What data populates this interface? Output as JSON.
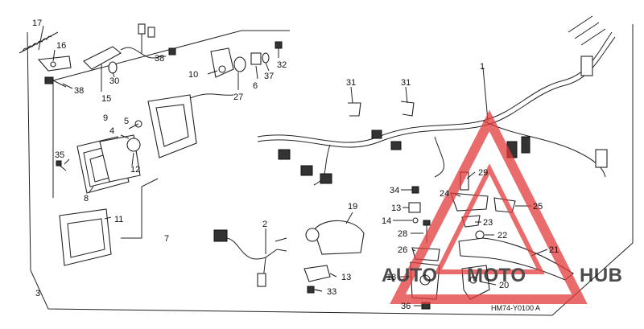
{
  "diagram": {
    "code": "HM74-Y0100 A",
    "callouts": [
      {
        "id": "c1",
        "label": "1"
      },
      {
        "id": "c2",
        "label": "2"
      },
      {
        "id": "c3",
        "label": "3"
      },
      {
        "id": "c4",
        "label": "4"
      },
      {
        "id": "c5",
        "label": "5"
      },
      {
        "id": "c6",
        "label": "6"
      },
      {
        "id": "c7",
        "label": "7"
      },
      {
        "id": "c8",
        "label": "8"
      },
      {
        "id": "c9",
        "label": "9"
      },
      {
        "id": "c10",
        "label": "10"
      },
      {
        "id": "c11",
        "label": "11"
      },
      {
        "id": "c12",
        "label": "12"
      },
      {
        "id": "c13a",
        "label": "13"
      },
      {
        "id": "c13b",
        "label": "13"
      },
      {
        "id": "c14",
        "label": "14"
      },
      {
        "id": "c15",
        "label": "15"
      },
      {
        "id": "c16",
        "label": "16"
      },
      {
        "id": "c17",
        "label": "17"
      },
      {
        "id": "c18",
        "label": "18"
      },
      {
        "id": "c19",
        "label": "19"
      },
      {
        "id": "c20",
        "label": "20"
      },
      {
        "id": "c21",
        "label": "21"
      },
      {
        "id": "c22",
        "label": "22"
      },
      {
        "id": "c23",
        "label": "23"
      },
      {
        "id": "c24",
        "label": "24"
      },
      {
        "id": "c25",
        "label": "25"
      },
      {
        "id": "c26",
        "label": "26"
      },
      {
        "id": "c27",
        "label": "27"
      },
      {
        "id": "c28",
        "label": "28"
      },
      {
        "id": "c29",
        "label": "29"
      },
      {
        "id": "c30",
        "label": "30"
      },
      {
        "id": "c31a",
        "label": "31"
      },
      {
        "id": "c31b",
        "label": "31"
      },
      {
        "id": "c32",
        "label": "32"
      },
      {
        "id": "c33",
        "label": "33"
      },
      {
        "id": "c34",
        "label": "34"
      },
      {
        "id": "c35",
        "label": "35"
      },
      {
        "id": "c36",
        "label": "36"
      },
      {
        "id": "c37",
        "label": "37"
      },
      {
        "id": "c38a",
        "label": "38"
      },
      {
        "id": "c38b",
        "label": "38"
      }
    ]
  },
  "watermark": {
    "part1": "AUTO",
    "part2": "MOTO",
    "part3": "HUB",
    "color_red": "#e23a3a",
    "color_gold": "#e8b25a",
    "color_grey": "#8c8c8c"
  }
}
